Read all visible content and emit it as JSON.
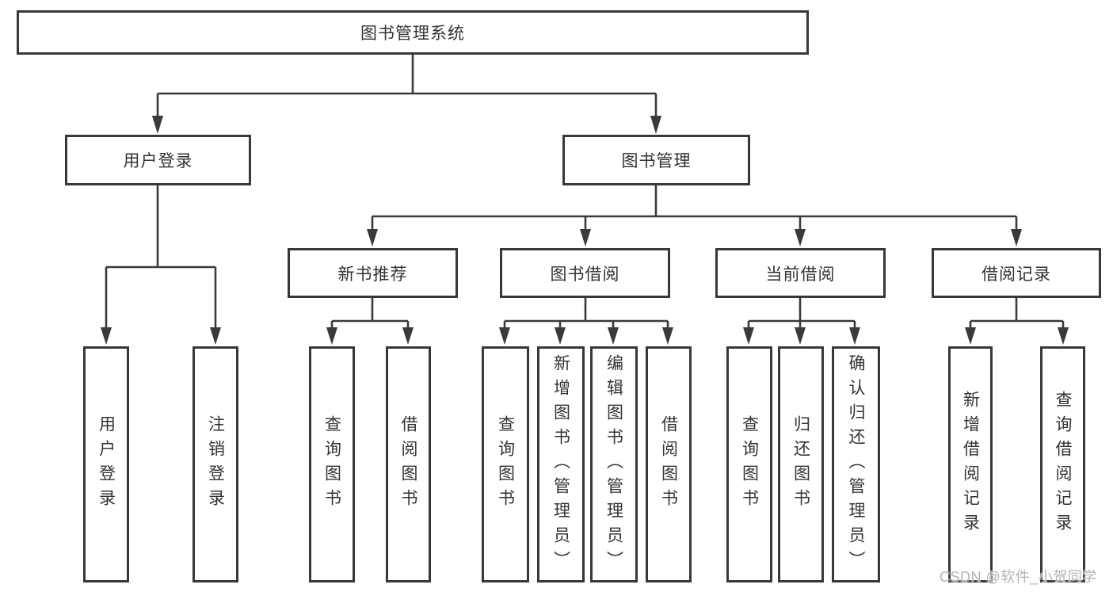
{
  "diagram": {
    "type": "tree",
    "root": {
      "label": "图书管理系统",
      "children": [
        {
          "label": "用户登录",
          "children": [
            {
              "label": "用户登录"
            },
            {
              "label": "注销登录"
            }
          ]
        },
        {
          "label": "图书管理",
          "children": [
            {
              "label": "新书推荐",
              "children": [
                {
                  "label": "查询图书"
                },
                {
                  "label": "借阅图书"
                }
              ]
            },
            {
              "label": "图书借阅",
              "children": [
                {
                  "label": "查询图书"
                },
                {
                  "label": "新增图书（管理员）"
                },
                {
                  "label": "编辑图书（管理员）"
                },
                {
                  "label": "借阅图书"
                }
              ]
            },
            {
              "label": "当前借阅",
              "children": [
                {
                  "label": "查询图书"
                },
                {
                  "label": "归还图书"
                },
                {
                  "label": "确认归还（管理员）"
                }
              ]
            },
            {
              "label": "借阅记录",
              "children": [
                {
                  "label": "新增借阅记录"
                },
                {
                  "label": "查询借阅记录"
                }
              ]
            }
          ]
        }
      ]
    }
  },
  "watermark": {
    "text": "CSDN @软件_小贺同学"
  },
  "colors": {
    "line": "#3a3a3a",
    "box_border": "#383838",
    "text": "#333333",
    "background": "#ffffff",
    "watermark": "#b3b3b3"
  }
}
